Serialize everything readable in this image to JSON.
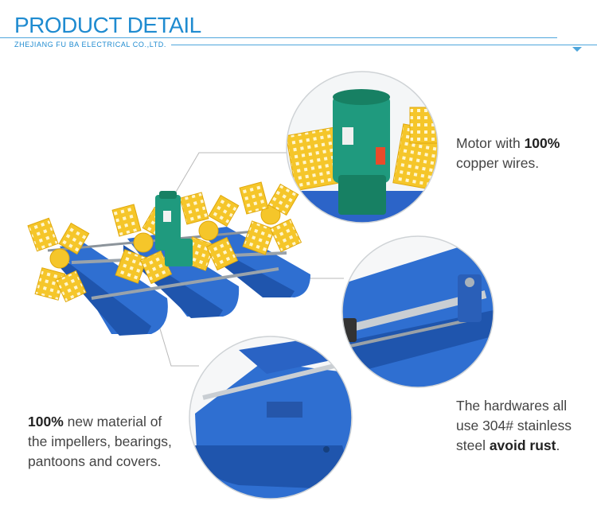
{
  "header": {
    "title": "PRODUCT DETAIL",
    "company": "ZHEJIANG FU BA ELECTRICAL CO.,LTD."
  },
  "captions": {
    "motor": {
      "line1_pre": "Motor with ",
      "line1_bold": "100%",
      "line2": "copper wires."
    },
    "hardware": {
      "line1": "The hardwares all",
      "line2": "use 304# stainless",
      "line3_pre": "steel ",
      "line3_bold": "avoid rust",
      "line3_post": "."
    },
    "material": {
      "line1_bold": "100%",
      "line1_post": " new material of",
      "line2": "the impellers, bearings,",
      "line3": "pantoons and covers."
    }
  },
  "colors": {
    "accent": "#1f8bd0",
    "float_blue": "#2f6fd1",
    "impeller_yellow": "#f5c62a",
    "motor_green": "#1f9a7e"
  }
}
